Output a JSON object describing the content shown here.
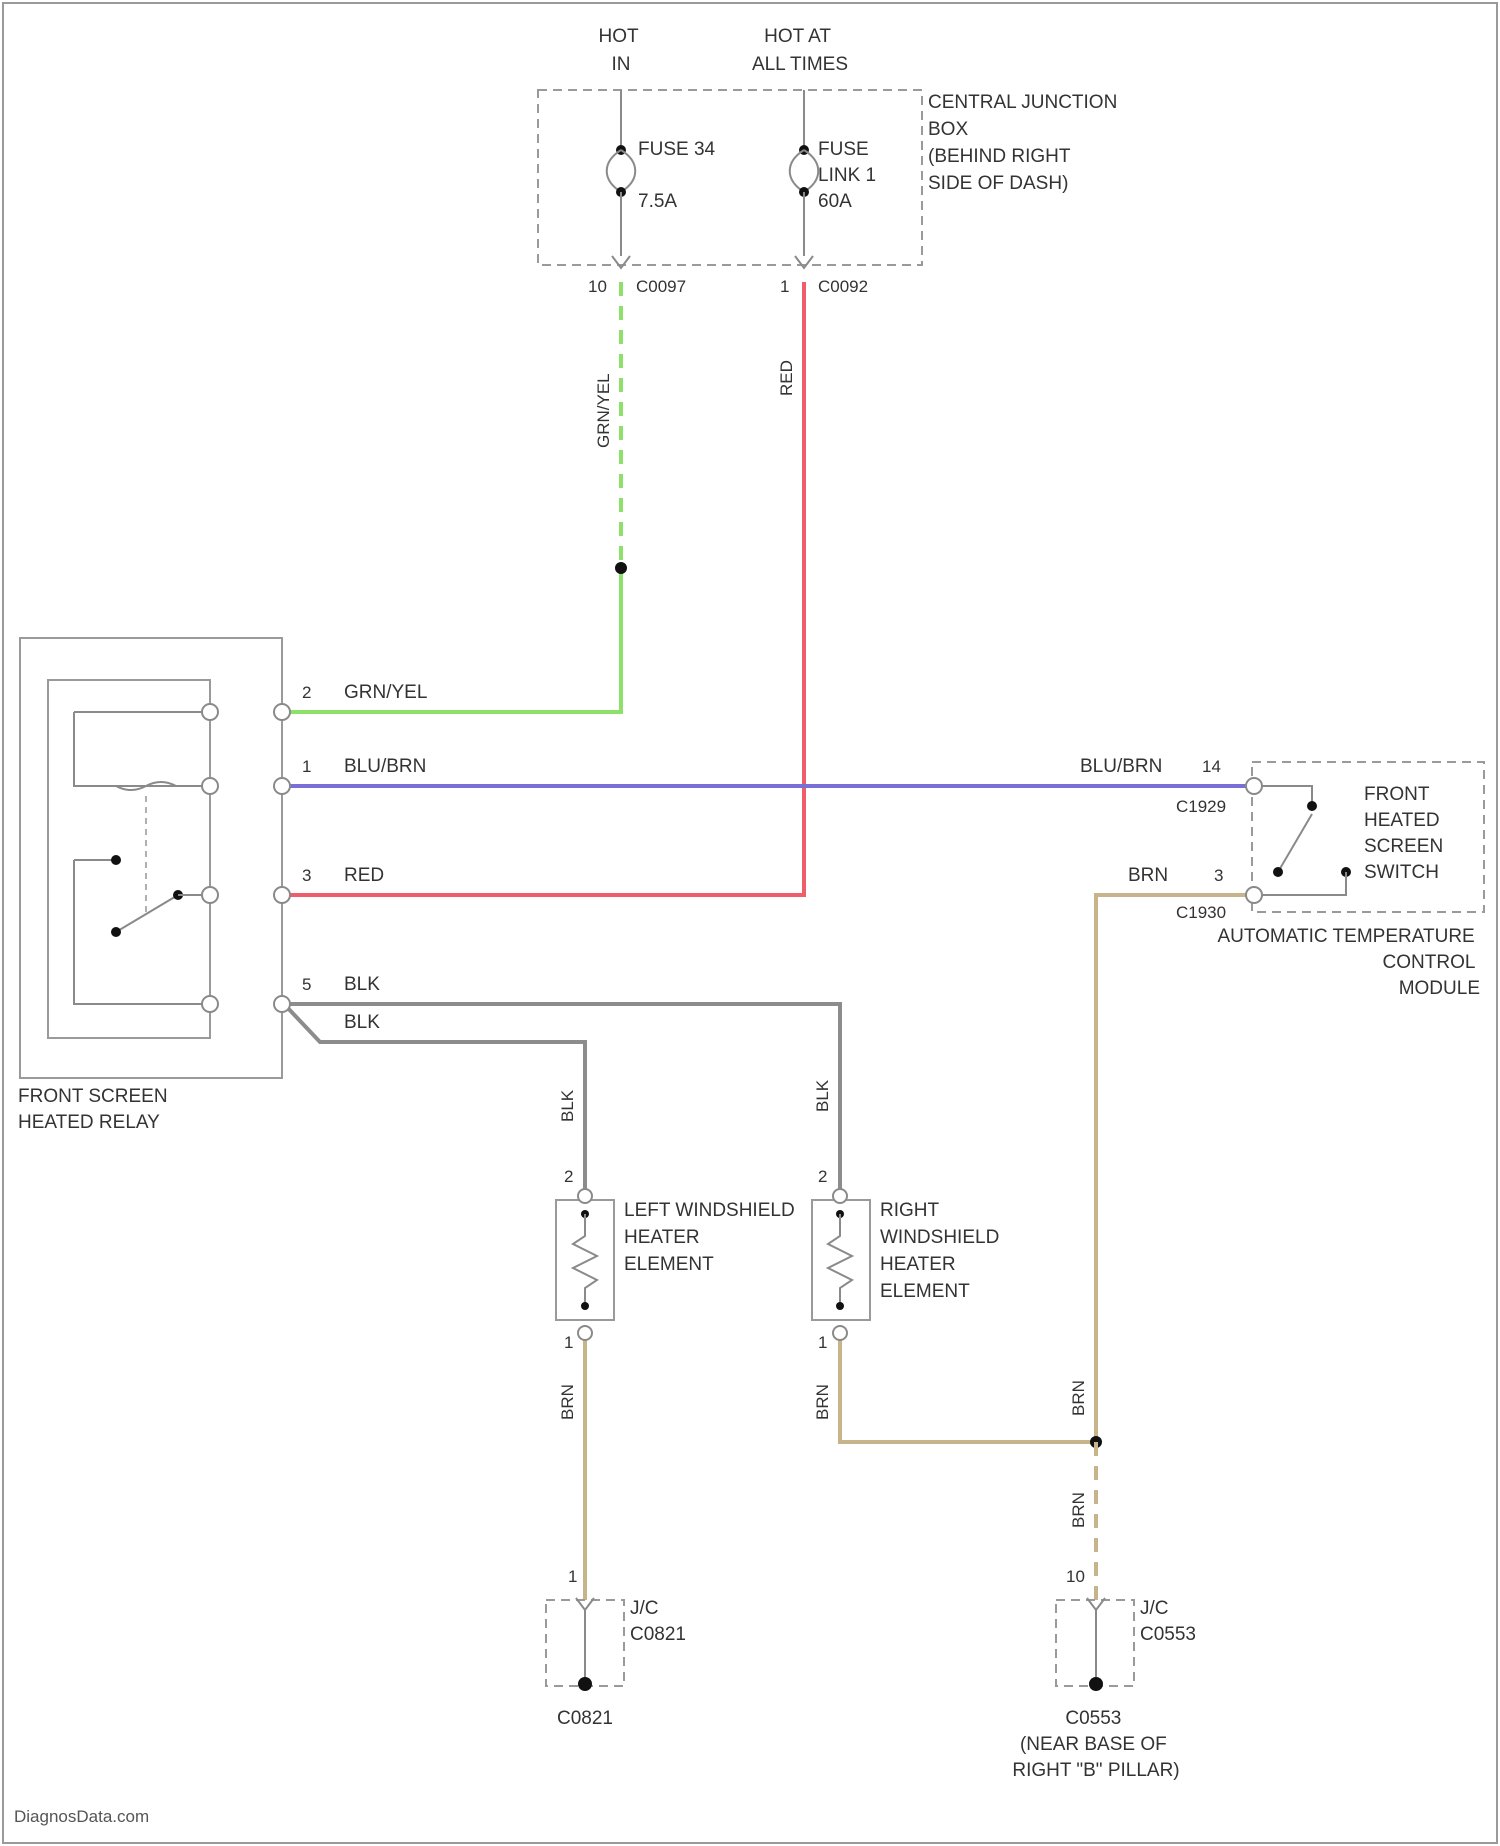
{
  "junction_box": {
    "hot_in": [
      "HOT",
      "IN"
    ],
    "hot_at_all_times": [
      "HOT AT",
      "ALL TIMES"
    ],
    "name": [
      "CENTRAL JUNCTION",
      "BOX",
      "(BEHIND RIGHT",
      "SIDE OF DASH)"
    ],
    "fuse_34": [
      "FUSE 34",
      "7.5A"
    ],
    "fuse_link_1": [
      "FUSE",
      "LINK 1",
      "60A"
    ],
    "pin_c0097": "10",
    "conn_c0097": "C0097",
    "pin_c0092": "1",
    "conn_c0092": "C0092"
  },
  "relay": {
    "name": [
      "FRONT SCREEN",
      "HEATED RELAY"
    ],
    "pins": [
      {
        "pin": "2",
        "wire": "GRN/YEL"
      },
      {
        "pin": "1",
        "wire": "BLU/BRN"
      },
      {
        "pin": "3",
        "wire": "RED"
      },
      {
        "pin": "5",
        "wire": "BLK"
      }
    ],
    "extra_wire": "BLK"
  },
  "vertical_wires": {
    "grn_yel": "GRN/YEL",
    "red": "RED",
    "blk_left": "BLK",
    "blk_right": "BLK",
    "brn_left": "BRN",
    "brn_mid": "BRN",
    "brn_right_upper": "BRN",
    "brn_right_lower": "BRN"
  },
  "switch_module": {
    "switch_name": [
      "FRONT",
      "HEATED",
      "SCREEN",
      "SWITCH"
    ],
    "module_name": [
      "AUTOMATIC TEMPERATURE",
      "CONTROL",
      "MODULE"
    ],
    "wire_blu_brn": "BLU/BRN",
    "pin_14": "14",
    "conn_c1929": "C1929",
    "wire_brn": "BRN",
    "pin_3": "3",
    "conn_c1930": "C1930"
  },
  "left_heater": {
    "name": [
      "LEFT WINDSHIELD",
      "HEATER",
      "ELEMENT"
    ],
    "pin_top": "2",
    "pin_bottom": "1"
  },
  "right_heater": {
    "name": [
      "RIGHT",
      "WINDSHIELD",
      "HEATER",
      "ELEMENT"
    ],
    "pin_top": "2",
    "pin_bottom": "1"
  },
  "ground_left": {
    "pin": "1",
    "name": [
      "J/C",
      "C0821"
    ],
    "ground": "C0821"
  },
  "ground_right": {
    "pin": "10",
    "name": [
      "J/C",
      "C0553"
    ],
    "ground": [
      "C0553",
      "(NEAR BASE OF",
      "RIGHT \"B\" PILLAR)"
    ]
  },
  "watermark": "DiagnosData.com",
  "colors": {
    "grn_yel": "#8de06a",
    "red": "#ef5c6a",
    "blu_brn": "#7a6fd6",
    "blk": "#8c8c8c",
    "brn": "#c8b48a"
  }
}
